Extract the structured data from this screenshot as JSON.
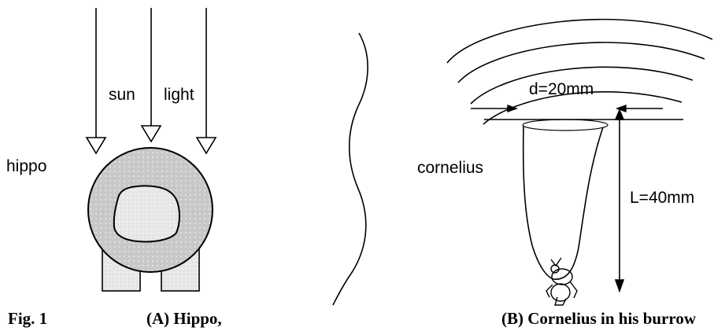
{
  "panel_a": {
    "ray_label_left": "sun",
    "ray_label_right": "light",
    "subject_label": "hippo"
  },
  "panel_b": {
    "subject_label": "cornelius",
    "diameter_label": "d=20mm",
    "length_label": "L=40mm"
  },
  "caption": {
    "figure_number": "Fig. 1",
    "part_a": "(A) Hippo,",
    "part_b": "(B) Cornelius in his burrow"
  },
  "colors": {
    "ink": "#000000",
    "body_fill": "#c8c8c8",
    "inner_fill": "#e8e8e8"
  }
}
